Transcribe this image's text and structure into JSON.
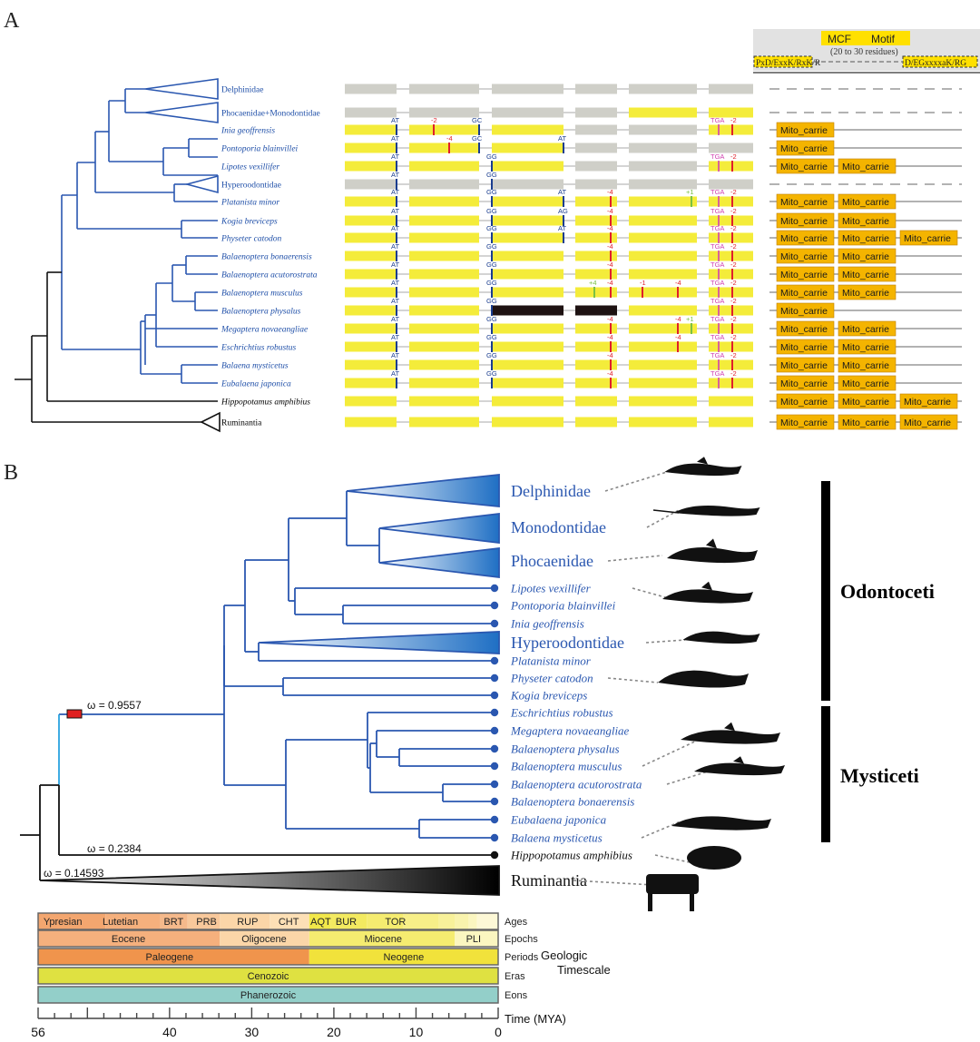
{
  "panel_a": {
    "label": "A",
    "mcf_header": {
      "title_left": "MCF",
      "title_right": "Motif",
      "subtitle": "(20 to 30 residues)",
      "motif_left": "PxD/ExxK/RxK/R",
      "motif_right": "D/EGxxxxaK/RG"
    },
    "species": [
      {
        "name": "Delphinidae",
        "clade": true,
        "italic": false,
        "color": "#1f4fa8",
        "domains": []
      },
      {
        "name": "Phocaenidae+Monodontidae",
        "clade": true,
        "italic": false,
        "color": "#1f4fa8",
        "domains": []
      },
      {
        "name": "Inia geoffrensis",
        "italic": true,
        "color": "#1f4fa8",
        "domains": [
          "Mito_carrie"
        ]
      },
      {
        "name": "Pontoporia blainvillei",
        "italic": true,
        "color": "#1f4fa8",
        "domains": [
          "Mito_carrie"
        ]
      },
      {
        "name": "Lipotes vexillifer",
        "italic": true,
        "color": "#1f4fa8",
        "domains": [
          "Mito_carrie",
          "Mito_carrie"
        ]
      },
      {
        "name": "Hyperoodontidae",
        "clade": true,
        "italic": false,
        "color": "#1f4fa8",
        "domains": []
      },
      {
        "name": "Platanista minor",
        "italic": true,
        "color": "#1f4fa8",
        "domains": [
          "Mito_carrie",
          "Mito_carrie"
        ]
      },
      {
        "name": "Kogia breviceps",
        "italic": true,
        "color": "#1f4fa8",
        "domains": [
          "Mito_carrie",
          "Mito_carrie"
        ]
      },
      {
        "name": "Physeter catodon",
        "italic": true,
        "color": "#1f4fa8",
        "domains": [
          "Mito_carrie",
          "Mito_carrie",
          "Mito_carrie"
        ]
      },
      {
        "name": "Balaenoptera bonaerensis",
        "italic": true,
        "color": "#1f4fa8",
        "domains": [
          "Mito_carrie",
          "Mito_carrie"
        ]
      },
      {
        "name": "Balaenoptera acutorostrata",
        "italic": true,
        "color": "#1f4fa8",
        "domains": [
          "Mito_carrie",
          "Mito_carrie"
        ]
      },
      {
        "name": "Balaenoptera musculus",
        "italic": true,
        "color": "#1f4fa8",
        "domains": [
          "Mito_carrie",
          "Mito_carrie"
        ]
      },
      {
        "name": "Balaenoptera physalus",
        "italic": true,
        "color": "#1f4fa8",
        "domains": [
          "Mito_carrie"
        ]
      },
      {
        "name": "Megaptera novaeangliae",
        "italic": true,
        "color": "#1f4fa8",
        "domains": [
          "Mito_carrie",
          "Mito_carrie"
        ]
      },
      {
        "name": "Eschrichtius  robustus",
        "italic": true,
        "color": "#1f4fa8",
        "domains": [
          "Mito_carrie",
          "Mito_carrie"
        ]
      },
      {
        "name": "Balaena mysticetus",
        "italic": true,
        "color": "#1f4fa8",
        "domains": [
          "Mito_carrie",
          "Mito_carrie"
        ]
      },
      {
        "name": "Eubalaena japonica",
        "italic": true,
        "color": "#1f4fa8",
        "domains": [
          "Mito_carrie",
          "Mito_carrie"
        ]
      },
      {
        "name": "Hippopotamus amphibius",
        "italic": true,
        "color": "#000000",
        "domains": [
          "Mito_carrie",
          "Mito_carrie",
          "Mito_carrie"
        ]
      },
      {
        "name": "Ruminantia",
        "clade": true,
        "italic": false,
        "color": "#000000",
        "domains": [
          "Mito_carrie",
          "Mito_carrie",
          "Mito_carrie"
        ]
      }
    ],
    "mutation_labels": [
      "AT",
      "GC",
      "GG",
      "AG",
      "TGA",
      "-2",
      "-4",
      "+1",
      "+4",
      "-1"
    ]
  },
  "panel_b": {
    "label": "B",
    "clades": [
      {
        "name": "Delphinidae",
        "kind": "triangle"
      },
      {
        "name": "Monodontidae",
        "kind": "triangle"
      },
      {
        "name": "Phocaenidae",
        "kind": "triangle"
      },
      {
        "name": "Lipotes vexillifer",
        "kind": "tip"
      },
      {
        "name": "Pontoporia blainvillei",
        "kind": "tip"
      },
      {
        "name": "Inia geoffrensis",
        "kind": "tip"
      },
      {
        "name": "Hyperoodontidae",
        "kind": "triangle"
      },
      {
        "name": "Platanista minor",
        "kind": "tip"
      },
      {
        "name": "Physeter catodon",
        "kind": "tip"
      },
      {
        "name": "Kogia breviceps",
        "kind": "tip"
      },
      {
        "name": "Eschrichtius robustus",
        "kind": "tip"
      },
      {
        "name": "Megaptera novaeangliae",
        "kind": "tip"
      },
      {
        "name": "Balaenoptera physalus",
        "kind": "tip"
      },
      {
        "name": "Balaenoptera musculus",
        "kind": "tip"
      },
      {
        "name": "Balaenoptera acutorostrata",
        "kind": "tip"
      },
      {
        "name": "Balaenoptera bonaerensis",
        "kind": "tip"
      },
      {
        "name": "Eubalaena japonica",
        "kind": "tip"
      },
      {
        "name": "Balaena mysticetus",
        "kind": "tip"
      },
      {
        "name": "Hippopotamus amphibius",
        "kind": "tip-black"
      },
      {
        "name": "Ruminantia",
        "kind": "triangle-black"
      }
    ],
    "omega": [
      "ω = 0.9557",
      "ω = 0.2384",
      "ω = 0.14593"
    ],
    "groups": [
      "Odontoceti",
      "Mysticeti"
    ],
    "timescale": {
      "ages": [
        "Ypresian",
        "Lutetian",
        "BRT",
        "PRB",
        "RUP",
        "CHT",
        "AQT",
        "BUR",
        "TOR"
      ],
      "epochs": [
        "Eocene",
        "Oligocene",
        "Miocene",
        "PLI"
      ],
      "periods": [
        "Paleogene",
        "Neogene"
      ],
      "eras": [
        "Cenozoic"
      ],
      "eons": [
        "Phanerozoic"
      ],
      "row_labels": [
        "Ages",
        "Epochs",
        "Periods",
        "Eras",
        "Eons"
      ],
      "title_line1": "Geologic",
      "title_line2": "Timescale",
      "axis_label": "Time (MYA)",
      "ticks": [
        56,
        40,
        30,
        20,
        10,
        0
      ]
    }
  }
}
